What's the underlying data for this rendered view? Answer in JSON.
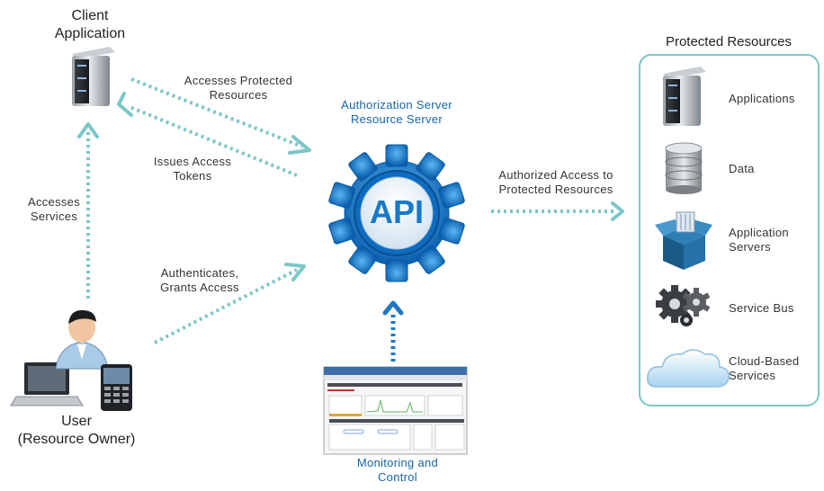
{
  "client": {
    "title_line1": "Client",
    "title_line2": "Application"
  },
  "user": {
    "title_line1": "User",
    "title_line2": "(Resource Owner)"
  },
  "server": {
    "title_line1": "Authorization Server",
    "title_line2": "Resource Server",
    "gear_text": "API"
  },
  "monitoring": {
    "title_line1": "Monitoring and",
    "title_line2": "Control"
  },
  "edges": {
    "accesses_protected": {
      "line1": "Accesses Protected",
      "line2": "Resources"
    },
    "issues_tokens": {
      "line1": "Issues Access",
      "line2": "Tokens"
    },
    "accesses_services": {
      "line1": "Accesses",
      "line2": "Services"
    },
    "authenticates": {
      "line1": "Authenticates,",
      "line2": "Grants Access"
    },
    "authorized_access": {
      "line1": "Authorized Access to",
      "line2": "Protected Resources"
    }
  },
  "protected_resources": {
    "title": "Protected Resources",
    "items": [
      {
        "line1": "Applications",
        "line2": "",
        "icon": "server-icon"
      },
      {
        "line1": "Data",
        "line2": "",
        "icon": "database-icon"
      },
      {
        "line1": "Application",
        "line2": "Servers",
        "icon": "box-icon"
      },
      {
        "line1": "Service Bus",
        "line2": "",
        "icon": "gears-icon"
      },
      {
        "line1": "Cloud-Based",
        "line2": "Services",
        "icon": "cloud-icon"
      }
    ]
  },
  "colors": {
    "teal_arrow": "#7cc6c8",
    "blue_arrow": "#1f78c4",
    "gear": "#1e87d6",
    "panel_border": "#7cc6c8"
  }
}
